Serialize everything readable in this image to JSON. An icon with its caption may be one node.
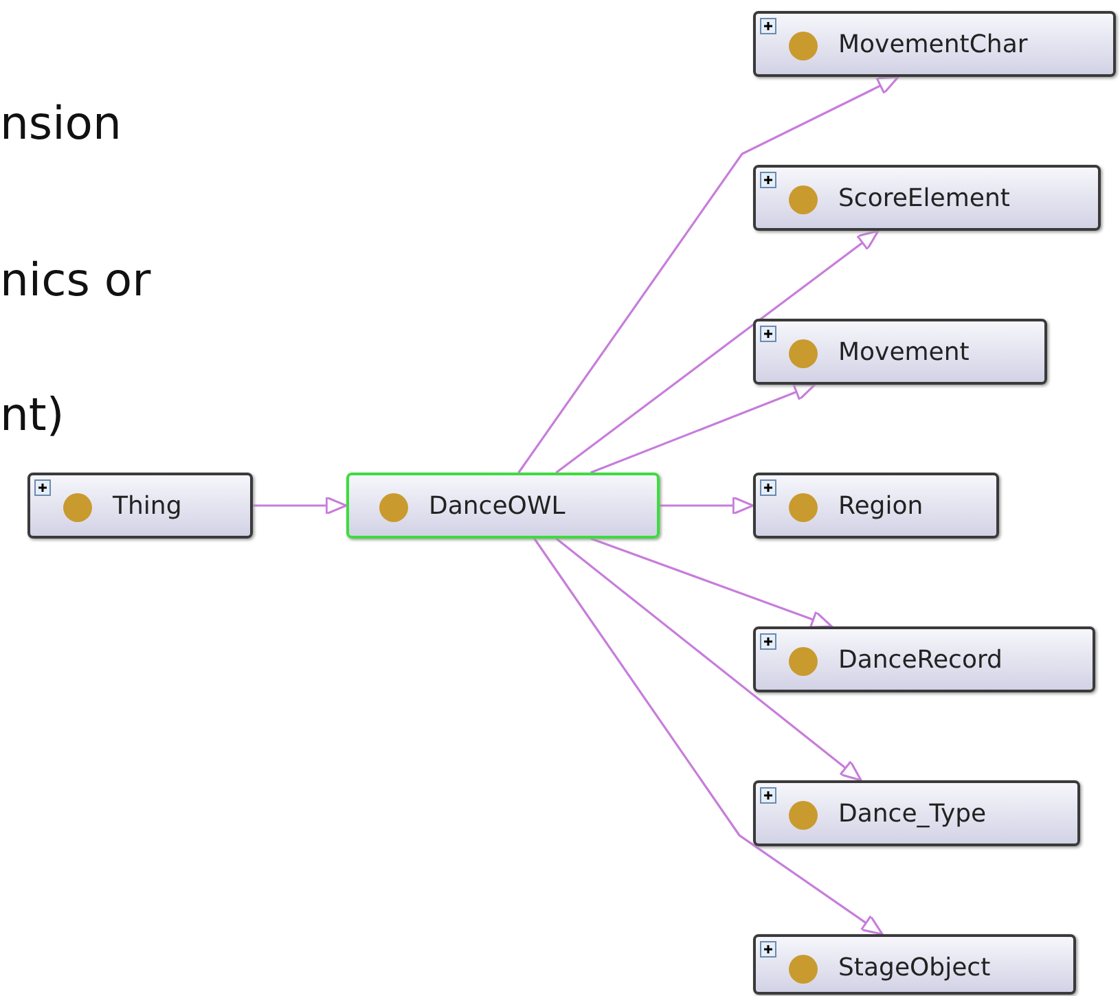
{
  "diagram": {
    "nodes": [
      {
        "text": [
          "Thing"
        ]
      },
      {
        "text": [
          "DanceOWL"
        ]
      },
      {
        "text": [
          "MovementChar"
        ]
      },
      {
        "text": [
          "ScoreElement"
        ]
      },
      {
        "text": [
          "Movement"
        ]
      },
      {
        "text": [
          "Region"
        ]
      },
      {
        "text": [
          "DanceRecord"
        ]
      },
      {
        "text": [
          "Dance_Type"
        ]
      },
      {
        "text": [
          "StageObject"
        ]
      }
    ],
    "edges": [
      {
        "from": 0,
        "to": 1,
        "arrow": "to"
      },
      {
        "from": 1,
        "to": 2,
        "arrow": "to"
      },
      {
        "from": 1,
        "to": 3,
        "arrow": "to"
      },
      {
        "from": 1,
        "to": 4,
        "arrow": "to"
      },
      {
        "from": 1,
        "to": 5,
        "arrow": "to"
      },
      {
        "from": 1,
        "to": 6,
        "arrow": "to"
      },
      {
        "from": 1,
        "to": 7,
        "arrow": "to"
      },
      {
        "from": 1,
        "to": 8,
        "arrow": "to"
      }
    ],
    "labels": [
      "nsion",
      "nics or",
      "nt)"
    ]
  }
}
